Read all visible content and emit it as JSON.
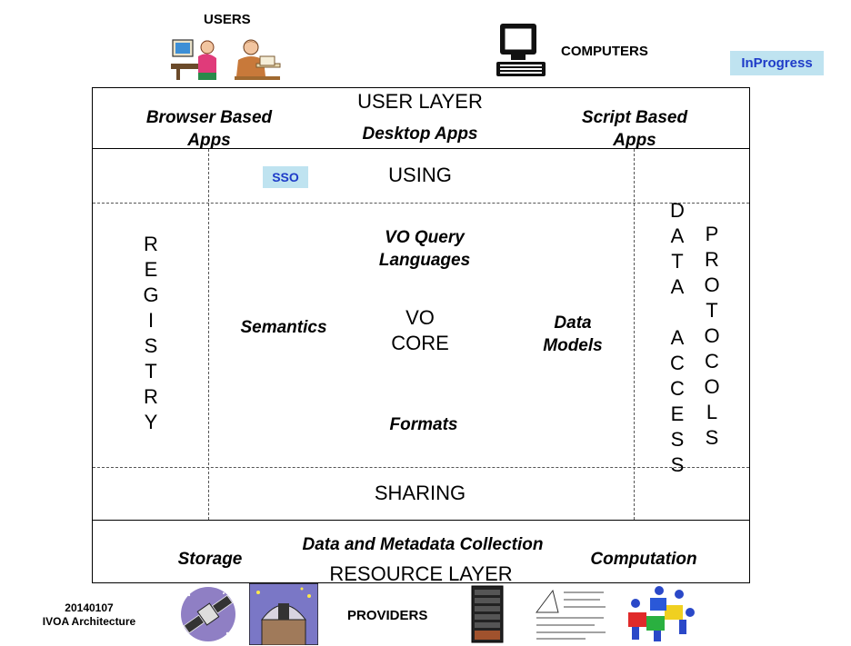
{
  "header": {
    "users_label": "USERS",
    "computers_label": "COMPUTERS",
    "status_badge": "InProgress"
  },
  "user_layer": {
    "title": "USER LAYER",
    "browser_apps": "Browser Based\nApps",
    "desktop_apps": "Desktop Apps",
    "script_apps": "Script Based\nApps"
  },
  "using": {
    "title": "USING",
    "sso_badge": "SSO"
  },
  "registry": {
    "letters": [
      "R",
      "E",
      "G",
      "I",
      "S",
      "T",
      "R",
      "Y"
    ]
  },
  "core": {
    "query_languages": "VO Query\nLanguages",
    "semantics": "Semantics",
    "vo_core": "VO\nCORE",
    "data_models": "Data\nModels",
    "formats": "Formats"
  },
  "data_access": {
    "letters": [
      "D",
      "A",
      "T",
      "A",
      "",
      "A",
      "C",
      "C",
      "E",
      "S",
      "S"
    ]
  },
  "protocols": {
    "letters": [
      "P",
      "R",
      "O",
      "T",
      "O",
      "C",
      "O",
      "L",
      "S"
    ]
  },
  "sharing": {
    "title": "SHARING"
  },
  "resource_layer": {
    "title": "RESOURCE LAYER",
    "storage": "Storage",
    "collection": "Data and Metadata Collection",
    "computation": "Computation"
  },
  "footer": {
    "date": "20140107",
    "doc_title": "IVOA Architecture",
    "providers_label": "PROVIDERS"
  },
  "icons": [
    "user-at-computer-icon",
    "office-worker-icon",
    "computer-terminal-icon",
    "satellite-icon",
    "observatory-icon",
    "server-rack-icon",
    "math-formulas-icon",
    "puzzle-team-icon"
  ]
}
